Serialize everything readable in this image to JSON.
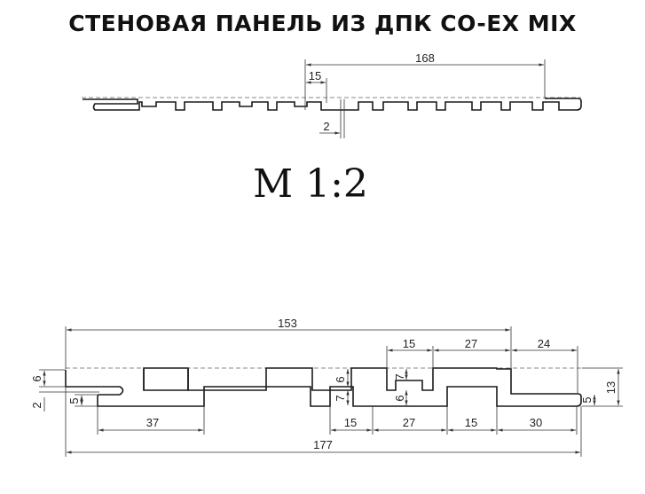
{
  "title": "СТЕНОВАЯ ПАНЕЛЬ ИЗ ДПК CO-EX MIX",
  "scale_label": "М 1:2",
  "small_profile": {
    "dimensions": [
      "168",
      "15",
      "2"
    ]
  },
  "large_profile": {
    "dimensions": [
      "153",
      "15",
      "27",
      "24",
      "6",
      "2",
      "5",
      "6",
      "7",
      "6",
      "7",
      "13",
      "5",
      "37",
      "15",
      "27",
      "15",
      "30",
      "177"
    ]
  },
  "colors": {
    "outline": "#1a1a1a",
    "hidden_line": "#8a8a8a",
    "dimension": "#333333"
  }
}
